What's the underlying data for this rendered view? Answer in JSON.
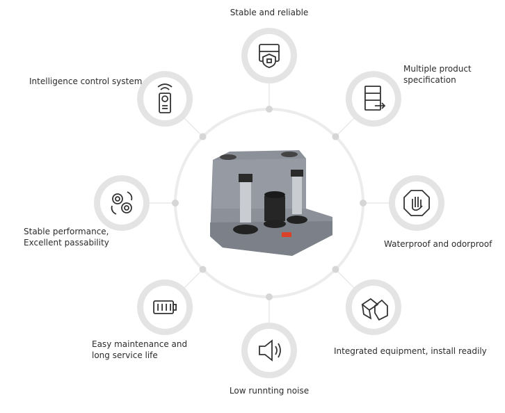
{
  "features": [
    {
      "id": "top",
      "label": "Stable and reliable",
      "icon": "server-shield-icon"
    },
    {
      "id": "top-right",
      "label": "Multiple product\nspecification",
      "icon": "server-arrow-icon"
    },
    {
      "id": "right",
      "label": "Waterproof and odorproof",
      "icon": "hand-octagon-icon"
    },
    {
      "id": "bottom-right",
      "label": "Integrated equipment, install readily",
      "icon": "cubes-icon"
    },
    {
      "id": "bottom",
      "label": "Low runnting noise",
      "icon": "speaker-mute-icon"
    },
    {
      "id": "bottom-left",
      "label": "Easy maintenance and\nlong service life",
      "icon": "battery-icon"
    },
    {
      "id": "left",
      "label": "Stable performance,\nExcellent passability",
      "icon": "gears-icon"
    },
    {
      "id": "top-left",
      "label": "Intelligence control system",
      "icon": "remote-control-icon"
    }
  ],
  "center": {
    "image": "sewage-lifting-station-product"
  },
  "colors": {
    "ring": "#e6e6e6",
    "icon": "#333333",
    "product": "#8a8f98"
  }
}
